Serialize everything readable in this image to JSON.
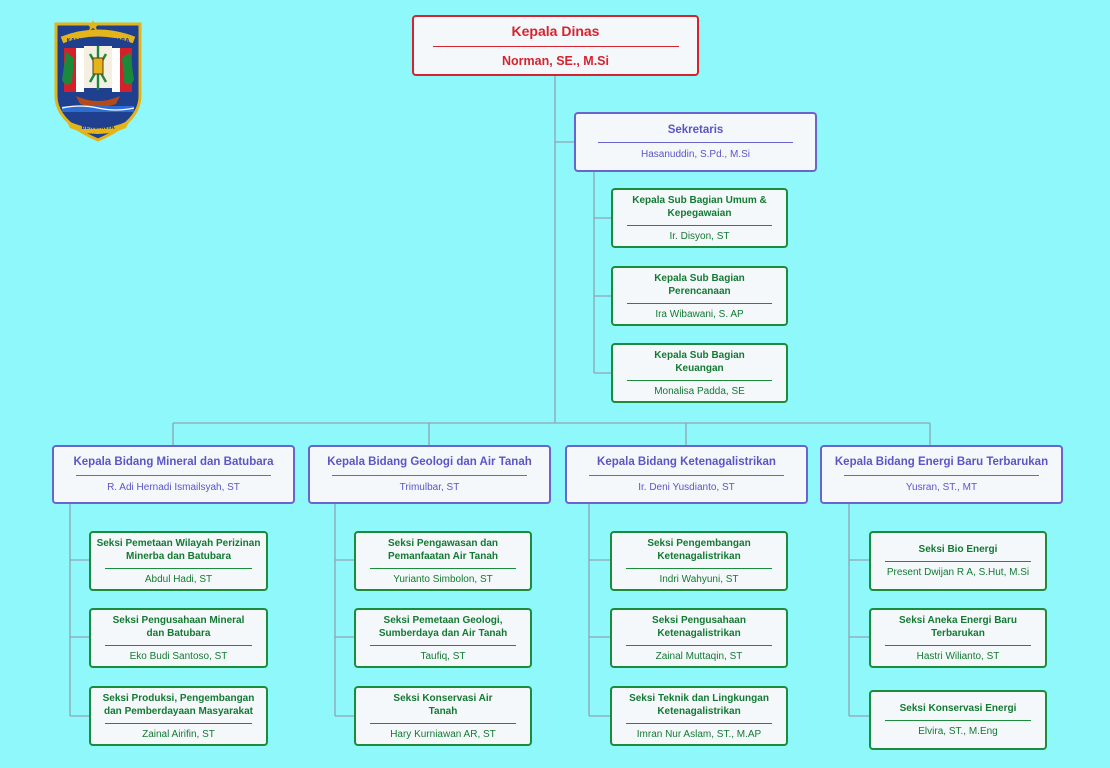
{
  "logo": {
    "top_text": "KALIMANTAN UTARA",
    "bottom_text": "BENUANTA",
    "colors": {
      "shield": "#1f3f8f",
      "gold": "#e3b51a",
      "red": "#d4202a",
      "green": "#1a8a3a"
    }
  },
  "head": {
    "title": "Kepala Dinas",
    "name": "Norman, SE., M.Si"
  },
  "secretary": {
    "title": "Sekretaris",
    "name": "Hasanuddin, S.Pd., M.Si",
    "subs": [
      {
        "title": "Kepala Sub Bagian Umum & Kepegawaian",
        "name": "Ir. Disyon, ST"
      },
      {
        "title": "Kepala Sub Bagian Perencanaan",
        "name": "Ira Wibawani, S. AP"
      },
      {
        "title": "Kepala Sub Bagian Keuangan",
        "name": "Monalisa Padda, SE"
      }
    ]
  },
  "divisions": [
    {
      "title": "Kepala Bidang Mineral dan Batubara",
      "name": "R. Adi Hernadi Ismailsyah, ST",
      "sections": [
        {
          "title": "Seksi Pemetaan Wilayah Perizinan Minerba dan Batubara",
          "name": "Abdul Hadi, ST"
        },
        {
          "title": "Seksi Pengusahaan Mineral dan Batubara",
          "name": "Eko Budi Santoso, ST"
        },
        {
          "title": "Seksi Produksi, Pengembangan dan Pemberdayaan Masyarakat",
          "name": "Zainal Airifin, ST"
        }
      ]
    },
    {
      "title": "Kepala Bidang Geologi dan Air Tanah",
      "name": "Trimulbar, ST",
      "sections": [
        {
          "title": "Seksi Pengawasan dan Pemanfaatan Air Tanah",
          "name": "Yurianto Simbolon, ST"
        },
        {
          "title": "Seksi Pemetaan Geologi, Sumberdaya dan Air Tanah",
          "name": "Taufiq, ST"
        },
        {
          "title": "Seksi Konservasi Air Tanah",
          "name": "Hary Kurniawan AR, ST"
        }
      ]
    },
    {
      "title": "Kepala Bidang Ketenagalistrikan",
      "name": "Ir. Deni Yusdianto, ST",
      "sections": [
        {
          "title": "Seksi Pengembangan Ketenagalistrikan",
          "name": "Indri Wahyuni, ST"
        },
        {
          "title": "Seksi Pengusahaan Ketenagalistrikan",
          "name": "Zainal Muttaqin, ST"
        },
        {
          "title": "Seksi Teknik dan Lingkungan Ketenagalistrikan",
          "name": "Imran Nur Aslam, ST., M.AP"
        }
      ]
    },
    {
      "title": "Kepala Bidang Energi Baru Terbarukan",
      "name": "Yusran, ST., MT",
      "sections": [
        {
          "title": "Seksi Bio Energi",
          "name": "Present Dwijan R A, S.Hut, M.Si"
        },
        {
          "title": "Seksi Aneka Energi Baru Terbarukan",
          "name": "Hastri Wilianto, ST"
        },
        {
          "title": "Seksi Konservasi Energi",
          "name": "Elvira, ST., M.Eng"
        }
      ]
    }
  ]
}
